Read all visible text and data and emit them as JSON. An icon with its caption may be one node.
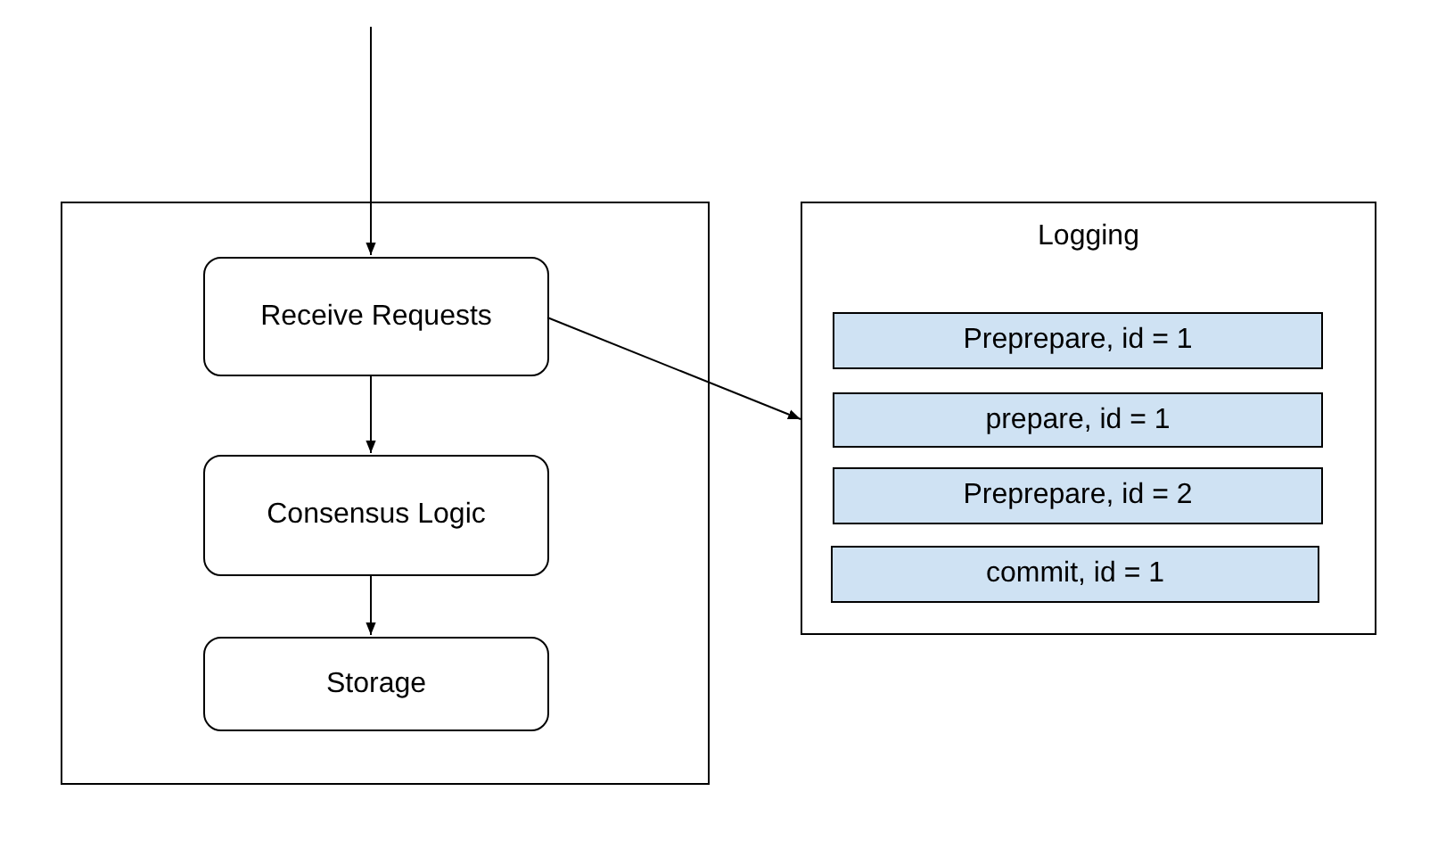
{
  "diagram": {
    "nodes": [
      {
        "text": [],
        "shape": "box"
      },
      {
        "text": [
          "Receive Requests"
        ],
        "in": 0
      },
      {
        "text": [
          "Consensus Logic"
        ],
        "in": 0
      },
      {
        "text": [
          "Storage"
        ],
        "in": 0
      },
      {
        "text": [
          "Logging"
        ]
      },
      {
        "text": [
          "Preprepare, id = 1"
        ],
        "in": 4
      },
      {
        "text": [
          "prepare, id = 1"
        ],
        "in": 4
      },
      {
        "text": [
          "Preprepare, id = 2"
        ],
        "in": 4
      },
      {
        "text": [
          "commit, id = 1"
        ],
        "in": 4
      }
    ],
    "edges": [
      {
        "from": null,
        "to": 1,
        "arrow": "to"
      },
      {
        "from": 1,
        "to": 2,
        "arrow": "to"
      },
      {
        "from": 2,
        "to": 3,
        "arrow": "to"
      },
      {
        "from": 1,
        "to": 4,
        "arrow": "to"
      }
    ]
  }
}
